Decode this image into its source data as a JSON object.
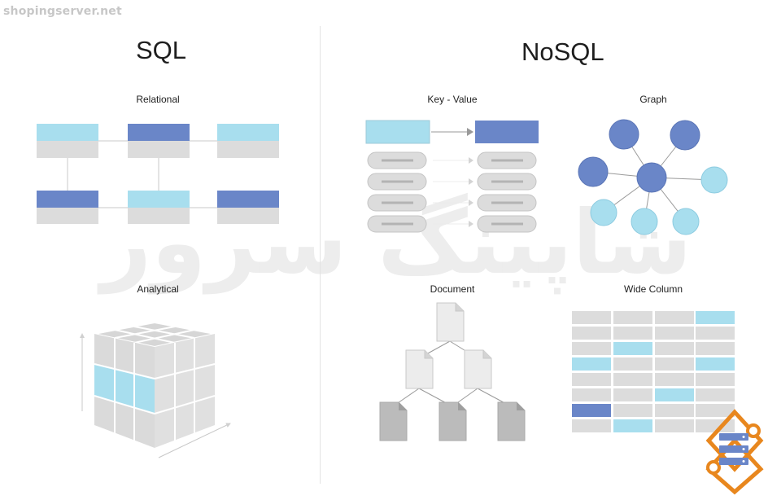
{
  "watermark": {
    "site": "shopingserver.net",
    "center_text": "شاپینگ سرور"
  },
  "titles": {
    "sql": "SQL",
    "nosql": "NoSQL"
  },
  "sections": {
    "relational": "Relational",
    "analytical": "Analytical",
    "key_value": "Key - Value",
    "graph": "Graph",
    "document": "Document",
    "wide_column": "Wide Column"
  },
  "colors": {
    "light_blue": "#a8deee",
    "dark_blue": "#6a86c8",
    "gray": "#dcdcdc",
    "doc_gray": "#bbbbbb",
    "logo_orange": "#e8871e"
  },
  "logo": {
    "icon": "server-logo-icon"
  }
}
